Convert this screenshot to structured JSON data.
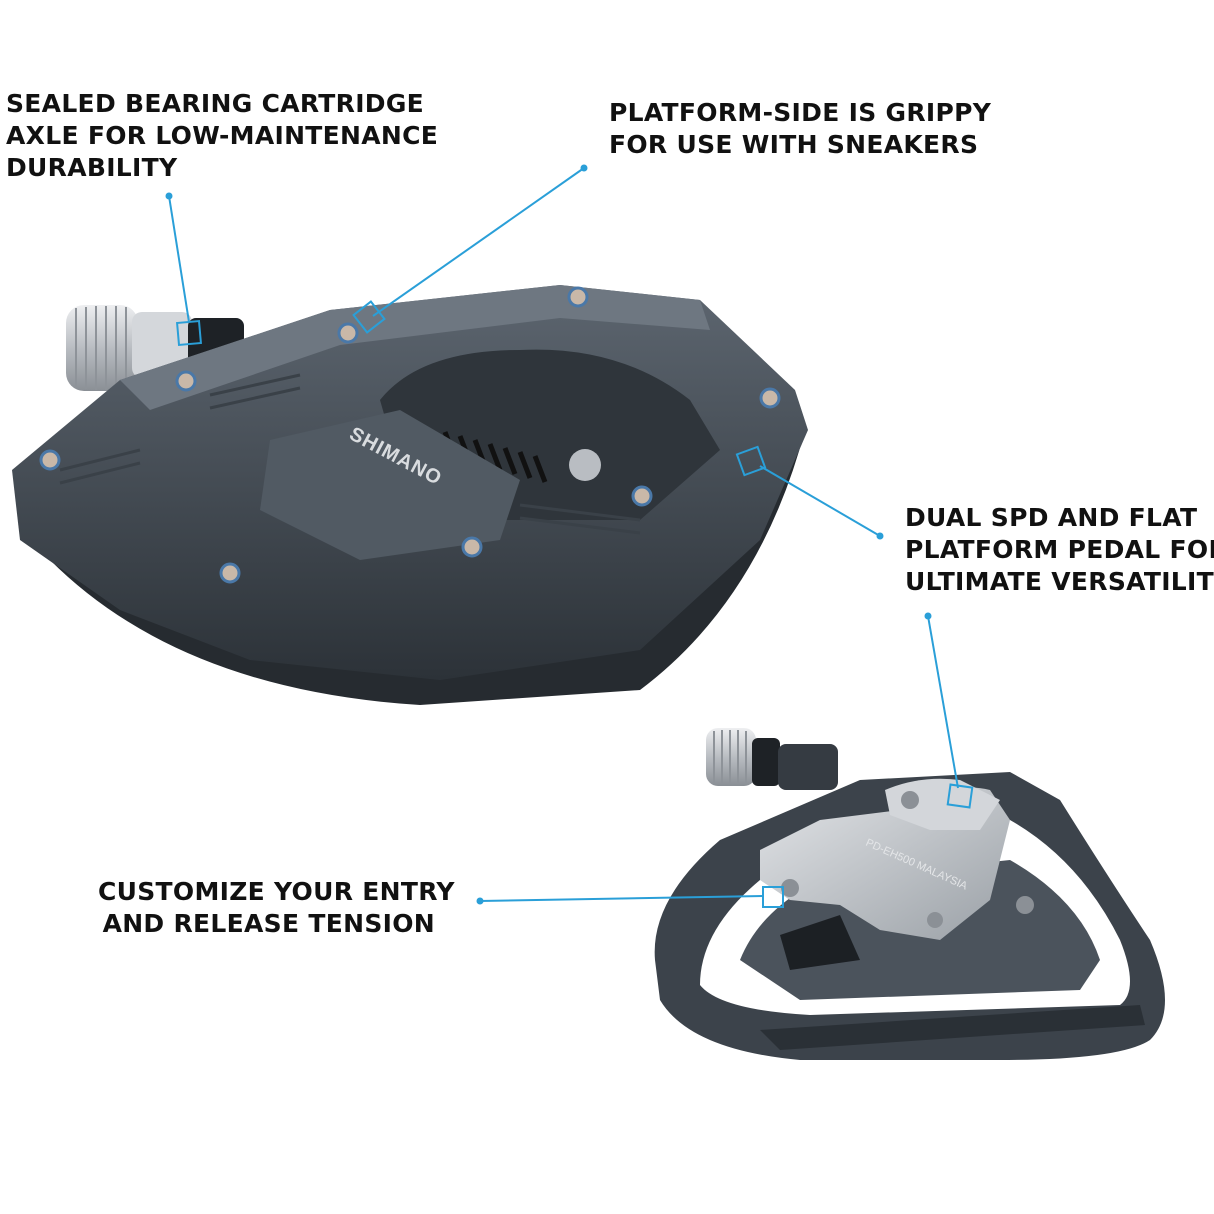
{
  "callouts": {
    "bearing": [
      "SEALED BEARING CARTRIDGE",
      "AXLE FOR LOW-MAINTENANCE",
      "DURABILITY"
    ],
    "platform": [
      "PLATFORM-SIDE IS GRIPPY",
      "FOR USE WITH SNEAKERS"
    ],
    "dual": [
      "DUAL SPD AND FLAT",
      "PLATFORM PEDAL FOR",
      "ULTIMATE VERSATILITY"
    ],
    "tension": [
      "CUSTOMIZE YOUR ENTRY",
      "AND RELEASE TENSION"
    ]
  },
  "brand_text": "SHIMANO",
  "model_text": "PD-EH500 MALAYSIA",
  "colors": {
    "callout_line": "#2a9fd8",
    "text": "#111111",
    "pedal_body": "#4a525c",
    "pedal_dark": "#22272d",
    "spindle": "#c9ccd0",
    "clip": "#bfc3c8"
  }
}
